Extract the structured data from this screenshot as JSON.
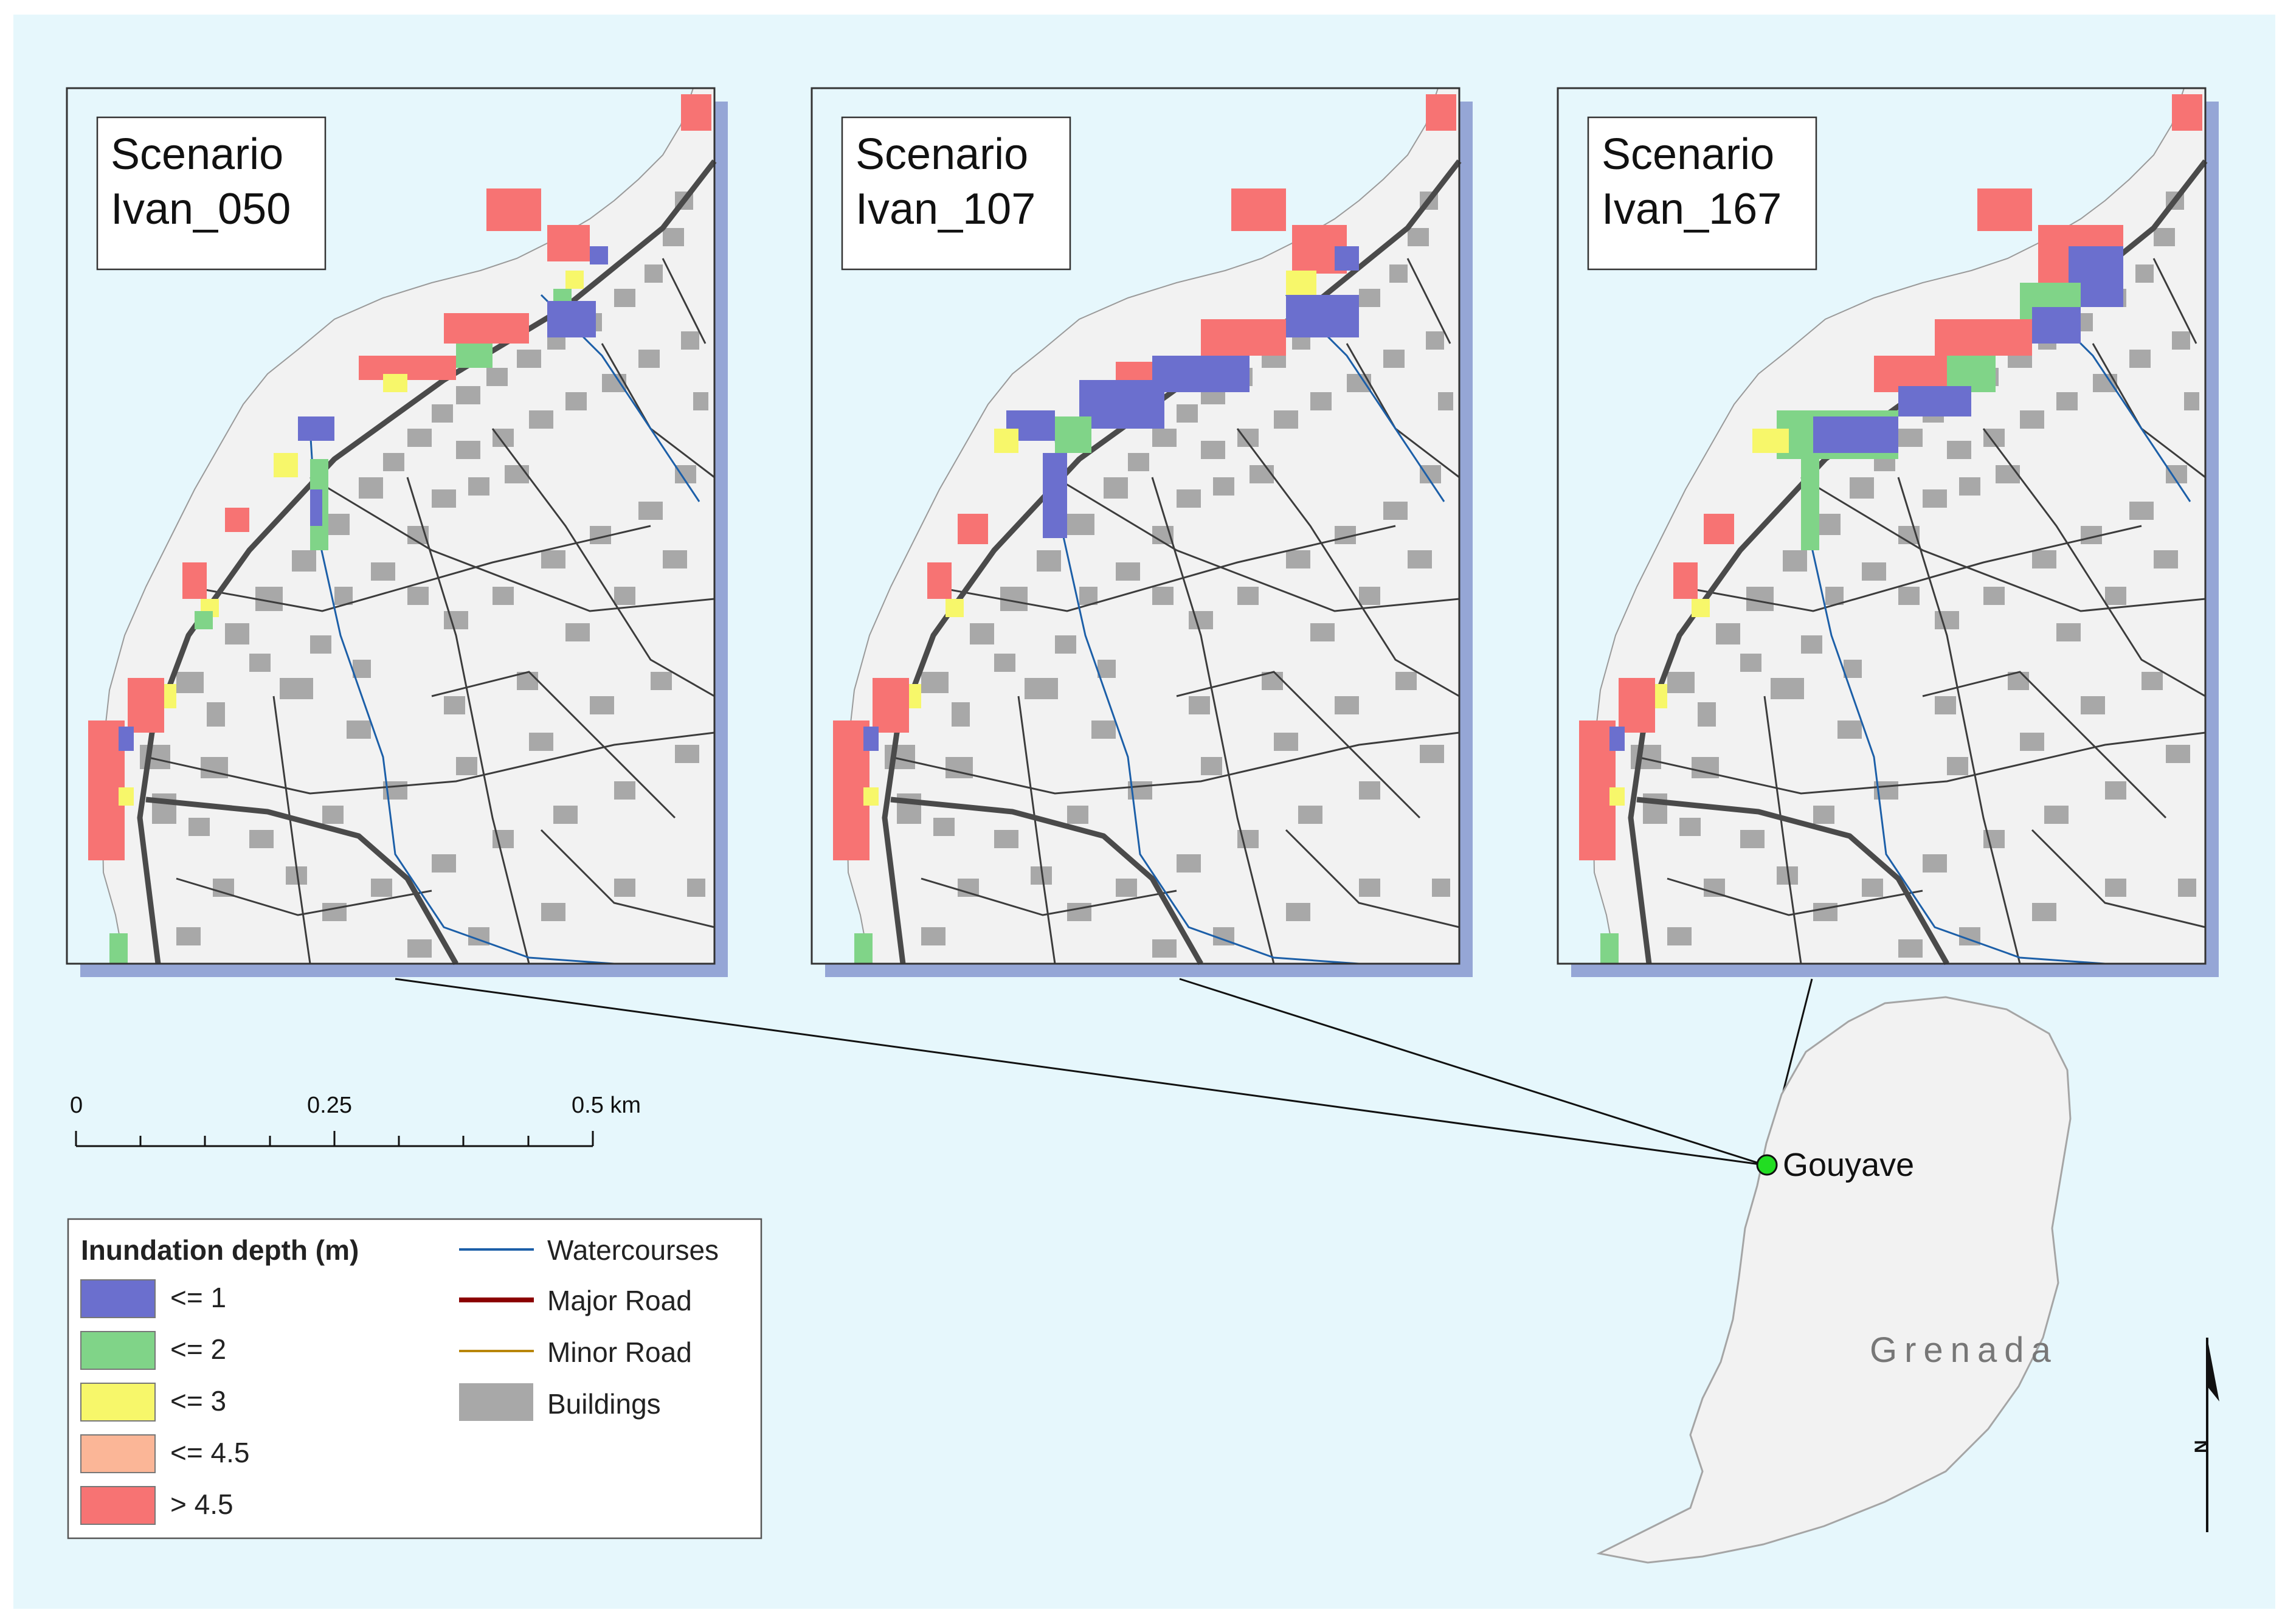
{
  "colors": {
    "sea": "#e6f7fc",
    "land": "#f2f2f2",
    "shadow": "#95a6d6",
    "building": "#a8a8a8",
    "road_major": "#4a4a4a",
    "road_minor": "#3c3c3c",
    "watercourse": "#1c5fa8",
    "depth_1": "#6b6fce",
    "depth_2": "#80d488",
    "depth_3": "#f7f76a",
    "depth_45": "#fbb697",
    "depth_gt45": "#f77373",
    "legend_major_road": "#8b0000",
    "legend_minor_road": "#b8860b",
    "location_marker": "#22dd22"
  },
  "panels": [
    {
      "line1": "Scenario",
      "line2": "Ivan_050"
    },
    {
      "line1": "Scenario",
      "line2": "Ivan_107"
    },
    {
      "line1": "Scenario",
      "line2": "Ivan_167"
    }
  ],
  "scalebar": {
    "label_0": "0",
    "label_mid": "0.25",
    "label_end": "0.5 km"
  },
  "legend": {
    "title": "Inundation depth (m)",
    "depth_items": [
      {
        "label": "<= 1",
        "color": "#6b6fce"
      },
      {
        "label": "<= 2",
        "color": "#80d488"
      },
      {
        "label": "<= 3",
        "color": "#f7f76a"
      },
      {
        "label": "<= 4.5",
        "color": "#fbb697"
      },
      {
        "label": "> 4.5",
        "color": "#f77373"
      }
    ],
    "feature_items": [
      {
        "label": "Watercourses"
      },
      {
        "label": "Major Road"
      },
      {
        "label": "Minor Road"
      },
      {
        "label": "Buildings"
      }
    ]
  },
  "inset": {
    "island_label": "Grenada",
    "town_label": "Gouyave",
    "north_label": "N"
  }
}
